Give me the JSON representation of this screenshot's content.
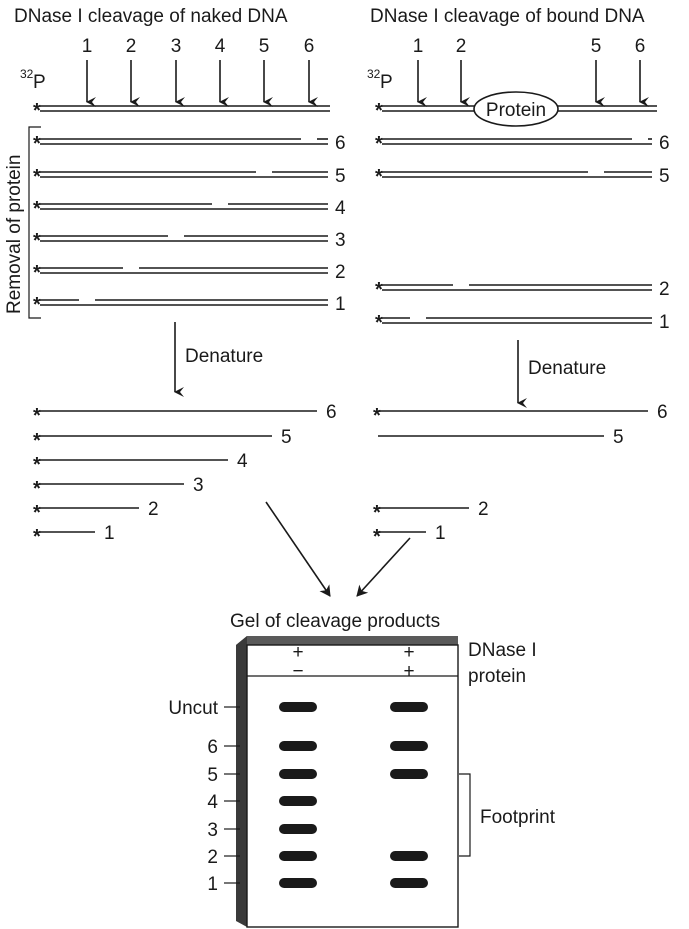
{
  "titles": {
    "left": "DNase I cleavage of naked DNA",
    "right": "DNase I cleavage of bound DNA"
  },
  "label_32p": {
    "sup": "32",
    "main": "P"
  },
  "protein_label": "Protein",
  "removal_label": "Removal of protein",
  "denature_label": "Denature",
  "star": "*",
  "left_panel": {
    "cut_sites": [
      "1",
      "2",
      "3",
      "4",
      "5",
      "6"
    ],
    "fragments": [
      "6",
      "5",
      "4",
      "3",
      "2",
      "1"
    ],
    "denatured": [
      "6",
      "5",
      "4",
      "3",
      "2",
      "1"
    ]
  },
  "right_panel": {
    "cut_sites": [
      "1",
      "2",
      "5",
      "6"
    ],
    "fragments": [
      "6",
      "5",
      "2",
      "1"
    ],
    "denatured": [
      "6",
      "5",
      "2",
      "1"
    ],
    "denatured_labeled": [
      true,
      false,
      true,
      true
    ]
  },
  "gel": {
    "title": "Gel of cleavage products",
    "legend": {
      "dnase": "DNase I",
      "protein": "protein"
    },
    "lanes": [
      {
        "dnase": "+",
        "protein": "−",
        "bands": [
          "Uncut",
          "6",
          "5",
          "4",
          "3",
          "2",
          "1"
        ]
      },
      {
        "dnase": "+",
        "protein": "+",
        "bands": [
          "Uncut",
          "6",
          "5",
          "2",
          "1"
        ]
      }
    ],
    "row_labels": [
      "Uncut",
      "6",
      "5",
      "4",
      "3",
      "2",
      "1"
    ],
    "footprint_label": "Footprint"
  }
}
